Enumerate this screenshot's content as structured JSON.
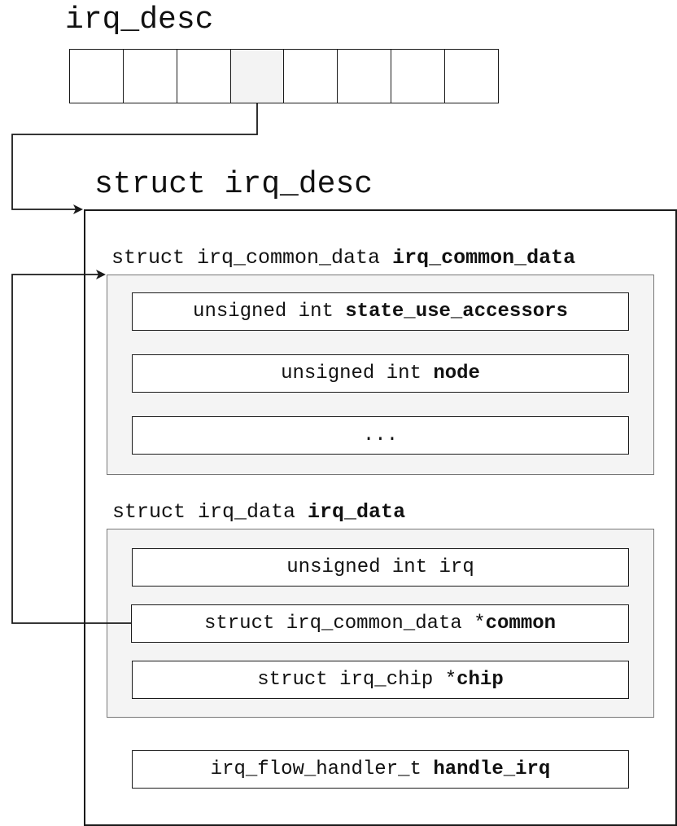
{
  "array": {
    "label": "irq_desc",
    "cell_count": 8,
    "highlighted_cell": 4
  },
  "struct_desc": {
    "label": "struct irq_desc"
  },
  "common_section": {
    "type_label": "struct irq_common_data ",
    "name_label": "irq_common_data",
    "fields": [
      {
        "type": "unsigned int ",
        "name": "state_use_accessors"
      },
      {
        "type": "unsigned int ",
        "name": "node"
      },
      {
        "type": "...",
        "name": ""
      }
    ]
  },
  "data_section": {
    "type_label": "struct irq_data ",
    "name_label": "irq_data",
    "fields": [
      {
        "type": "unsigned int irq",
        "name": ""
      },
      {
        "type": "struct irq_common_data *",
        "name": "common"
      },
      {
        "type": "struct irq_chip *",
        "name": "chip"
      }
    ]
  },
  "handler_field": {
    "type": "irq_flow_handler_t ",
    "name": "handle_irq"
  },
  "colors": {
    "stroke": "#1a1a1a",
    "panel_fill": "#f4f4f4",
    "panel_border": "#777777",
    "highlight_cell": "#f3f3f3"
  }
}
